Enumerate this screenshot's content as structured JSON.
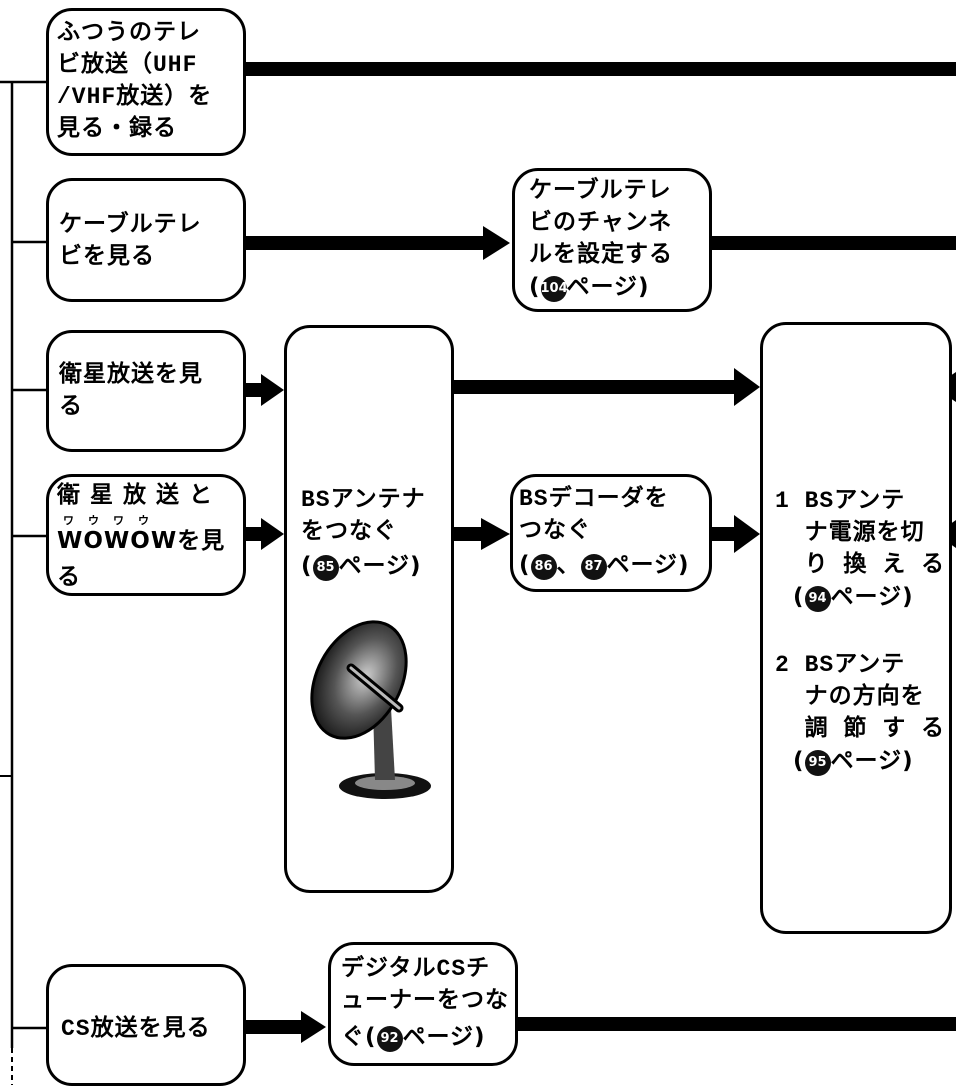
{
  "boxes": {
    "uhf": "ふつうのテレ\nビ放送（UHF\n/VHF放送）を\n見る・録る",
    "cable": "ケーブルテレ\nビを見る",
    "cable_channel": {
      "line1": "ケーブルテレ\nビのチャンネ\nルを設定する",
      "page_open": "(",
      "page_num": "104",
      "page_close": "ページ)"
    },
    "sat": "衛星放送を見\nる",
    "wowow": {
      "line1": "衛 星 放 送 と",
      "line2": "WOWOWを見",
      "line3": "る",
      "ruby": "ワウワウ"
    },
    "bs_antenna": {
      "line1": "BSアンテナ\nをつなぐ",
      "page_open": "(",
      "page_num": "85",
      "page_close": "ページ)"
    },
    "bs_decoder": {
      "line1": "BSデコーダを\nつなぐ",
      "page_open": "(",
      "page_num_a": "86",
      "sep": "、",
      "page_num_b": "87",
      "page_close": "ページ)"
    },
    "bs_setup": {
      "step1": "1 BSアンテ\n  ナ電源を切\n  り 換 え る",
      "step1_page_open": "  (",
      "step1_page_num": "94",
      "step1_page_close": "ページ)",
      "step2": "2 BSアンテ\n  ナの方向を\n  調 節 す る",
      "step2_page_open": "  (",
      "step2_page_num": "95",
      "step2_page_close": "ページ)"
    },
    "cs": "CS放送を見る",
    "cs_tuner": {
      "line1": "デジタルCSチ\nューナーをつな",
      "line2_pre": "ぐ(",
      "page_num": "92",
      "page_close": "ページ)"
    }
  },
  "icons": {
    "antenna": "satellite-dish-icon"
  },
  "colors": {
    "ink": "#000000",
    "paper": "#ffffff"
  }
}
